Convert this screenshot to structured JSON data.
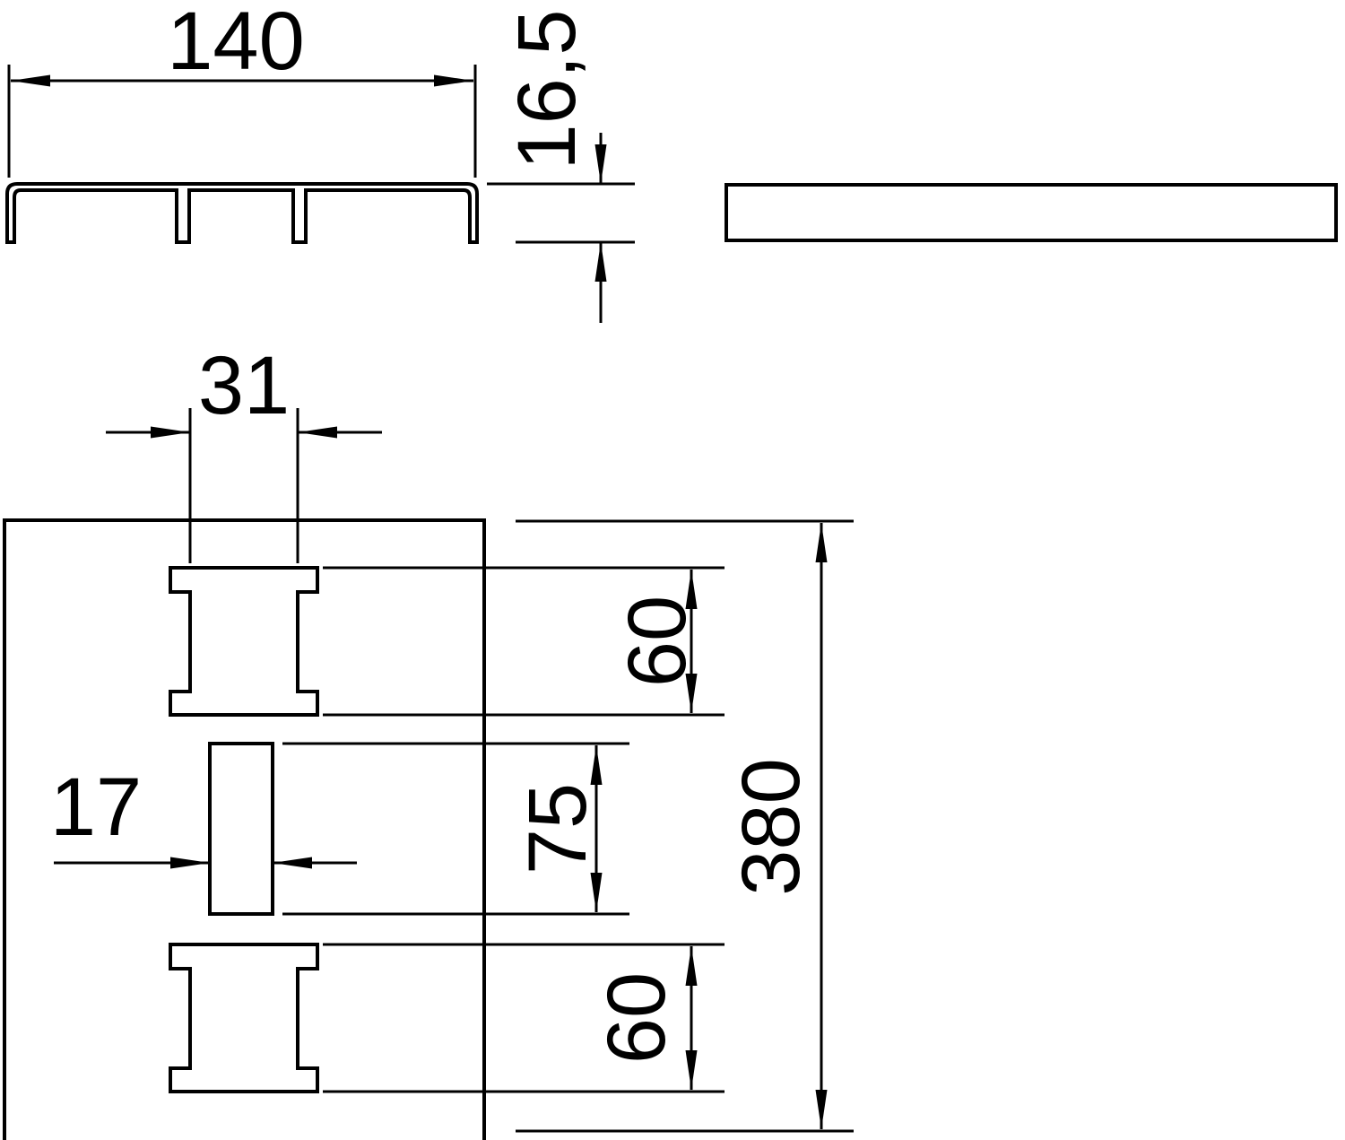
{
  "drawing": {
    "type": "technical-dimension-drawing",
    "background_color": "#ffffff",
    "line_color": "#000000",
    "views": {
      "front_section": {
        "width_label": "140",
        "height_label": "16,5"
      },
      "plan": {
        "cutout_width_label": "31",
        "slot_width_label": "17",
        "upper_cutout_height_label": "60",
        "slot_height_label": "75",
        "lower_cutout_height_label": "60",
        "overall_length_label": "380"
      }
    }
  }
}
